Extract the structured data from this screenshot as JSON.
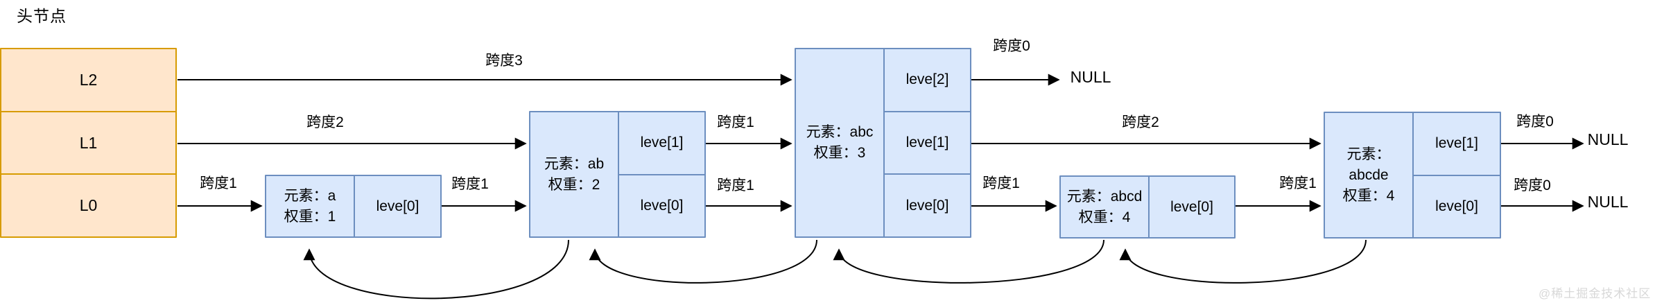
{
  "page_title": "头节点",
  "head": {
    "rows": [
      "L2",
      "L1",
      "L0"
    ]
  },
  "nodes": [
    {
      "name": "node-a",
      "lines": [
        "元素：a",
        "权重：1"
      ],
      "levels": [
        "leve[0]"
      ]
    },
    {
      "name": "node-ab",
      "lines": [
        "元素：ab",
        "权重：2"
      ],
      "levels": [
        "leve[1]",
        "leve[0]"
      ]
    },
    {
      "name": "node-abc",
      "lines": [
        "元素：abc",
        "权重：3"
      ],
      "levels": [
        "leve[2]",
        "leve[1]",
        "leve[0]"
      ]
    },
    {
      "name": "node-abcd",
      "lines": [
        "元素：abcd",
        "权重：4"
      ],
      "levels": [
        "leve[0]"
      ]
    },
    {
      "name": "node-abcde",
      "lines": [
        "元素：",
        "abcde",
        "权重：4"
      ],
      "levels": [
        "leve[1]",
        "leve[0]"
      ]
    }
  ],
  "span_labels": [
    "跨度3",
    "跨度2",
    "跨度1",
    "跨度1",
    "跨度1",
    "跨度1",
    "跨度0",
    "跨度2",
    "跨度1",
    "跨度1",
    "跨度0",
    "跨度0"
  ],
  "null_labels": [
    "NULL",
    "NULL",
    "NULL"
  ],
  "watermark": "@稀土掘金技术社区",
  "colors": {
    "head_fill": "#FFE6CC",
    "head_border": "#D79B00",
    "node_fill": "#DAE8FC",
    "node_border": "#6C8EBF",
    "arrow": "#000000",
    "watermark_text": "#D8D8D8"
  }
}
